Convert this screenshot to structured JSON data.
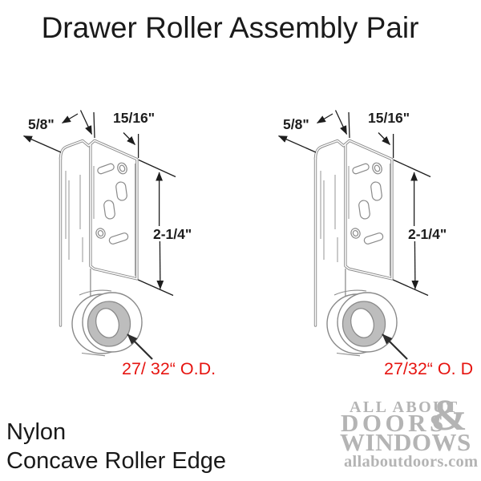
{
  "title": "Drawer Roller Assembly Pair",
  "diagrams": {
    "left": {
      "width_side": "5/8\"",
      "width_front": "15/16\"",
      "height": "2-1/4\"",
      "roller_od": "27/ 32“ O.D."
    },
    "right": {
      "width_side": "5/8\"",
      "width_front": "15/16\"",
      "height": "2-1/4\"",
      "roller_od": "27/32“ O. D"
    }
  },
  "notes": {
    "material": "Nylon",
    "edge": "Concave Roller Edge"
  },
  "logo": {
    "line1": "ALL ABOUT",
    "ampersand": "&",
    "line2": "DOORS",
    "line3": "WINDOWS",
    "website": "allaboutdoors.com"
  },
  "colors": {
    "drawing_line_gray": "#8a8a8a",
    "roller_ring_gray": "#bdbdbd",
    "dimension_black": "#1d1d1d",
    "annotation_red": "#e61410",
    "logo_gray": "#b4b4b4"
  }
}
